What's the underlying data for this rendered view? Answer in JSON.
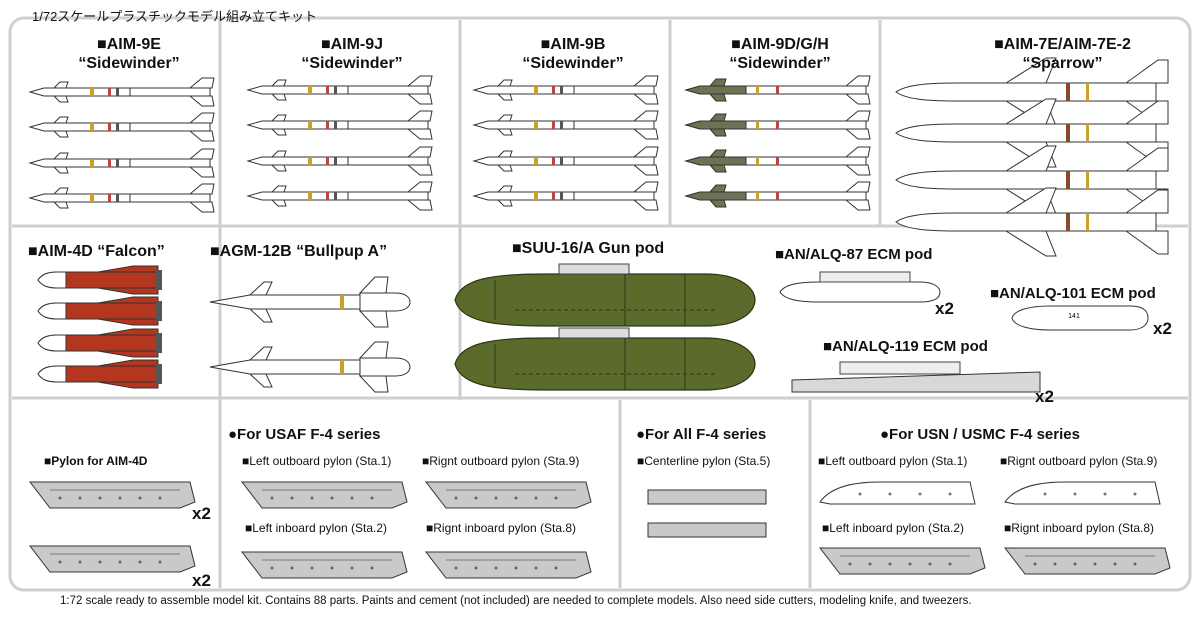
{
  "header": {
    "title": "1/72スケールプラスチックモデル組み立てキット"
  },
  "missiles": [
    {
      "id": "aim9e",
      "name": "■AIM-9E",
      "nick": "“Sidewinder”"
    },
    {
      "id": "aim9j",
      "name": "■AIM-9J",
      "nick": "“Sidewinder”"
    },
    {
      "id": "aim9b",
      "name": "■AIM-9B",
      "nick": "“Sidewinder”"
    },
    {
      "id": "aim9dgh",
      "name": "■AIM-9D/G/H",
      "nick": "“Sidewinder”"
    },
    {
      "id": "aim7e",
      "name": "■AIM-7E/AIM-7E-2",
      "nick": "“Sparrow”"
    }
  ],
  "stores": {
    "aim4d": "■AIM-4D “Falcon”",
    "agm12b": "■AGM-12B “Bullpup A”",
    "suu16": "■SUU-16/A Gun pod",
    "alq87": "■AN/ALQ-87 ECM pod",
    "alq101": "■AN/ALQ-101 ECM pod",
    "alq119": "■AN/ALQ-119 ECM pod",
    "pod_marking": "141"
  },
  "pylons": {
    "aim4d_pylon": "■Pylon for AIM-4D",
    "usaf": {
      "heading": "●For USAF F-4 series",
      "left_outboard": "■Left outboard pylon (Sta.1)",
      "right_outboard": "■Rignt outboard pylon (Sta.9)",
      "left_inboard": "■Left inboard pylon (Sta.2)",
      "right_inboard": "■Rignt inboard pylon (Sta.8)"
    },
    "all": {
      "heading": "●For All F-4 series",
      "centerline": "■Centerline pylon (Sta.5)"
    },
    "usn": {
      "heading": "●For USN / USMC F-4 series",
      "left_outboard": "■Left outboard pylon (Sta.1)",
      "right_outboard": "■Rignt outboard pylon (Sta.9)",
      "left_inboard": "■Left inboard pylon (Sta.2)",
      "right_inboard": "■Rignt inboard pylon (Sta.8)"
    }
  },
  "multiplier": "x2",
  "footer": {
    "text": "1:72 scale ready to assemble model kit. Contains 88 parts. Paints and cement (not included) are needed to complete models. Also need side cutters, modeling knife, and tweezers."
  },
  "colors": {
    "olive": "#5a6b2c",
    "rocket_red": "#b5361f",
    "sprue": "#e6e6e6",
    "aim9dgh_body": "#6b7354"
  }
}
